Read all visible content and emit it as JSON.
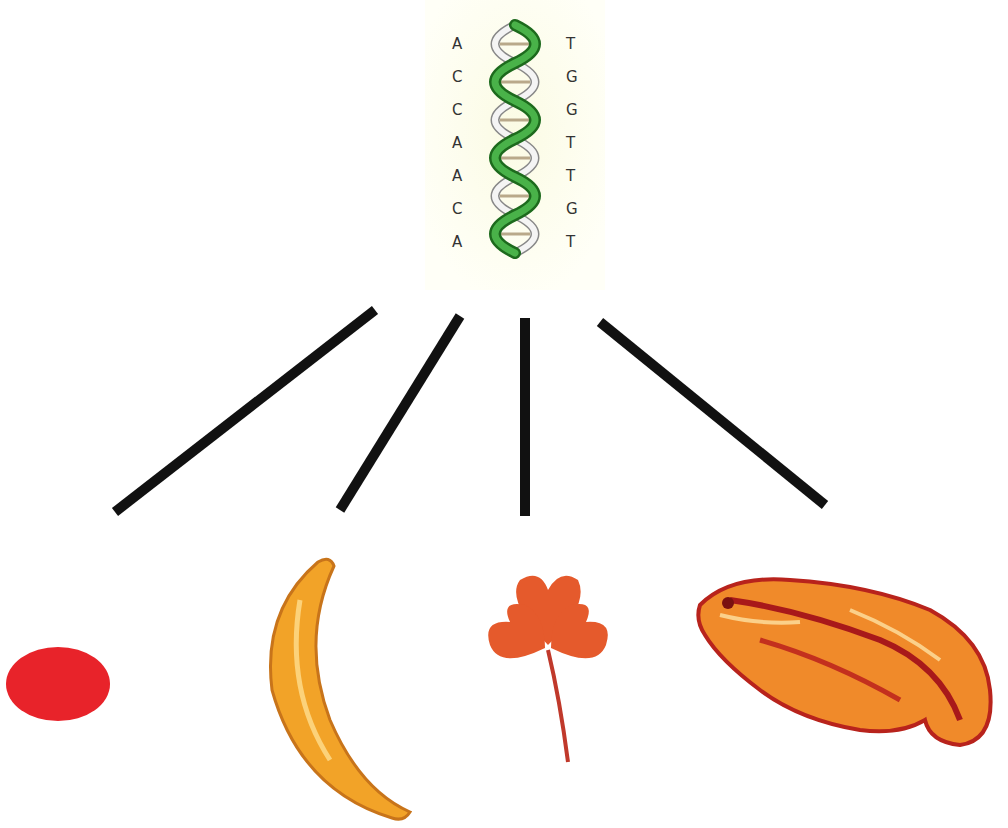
{
  "diagram": {
    "labels": [
      "A",
      "C",
      "C",
      "A",
      "A",
      "C",
      "A",
      "T",
      "G",
      "G",
      "T",
      "T",
      "G",
      "T"
    ]
  }
}
